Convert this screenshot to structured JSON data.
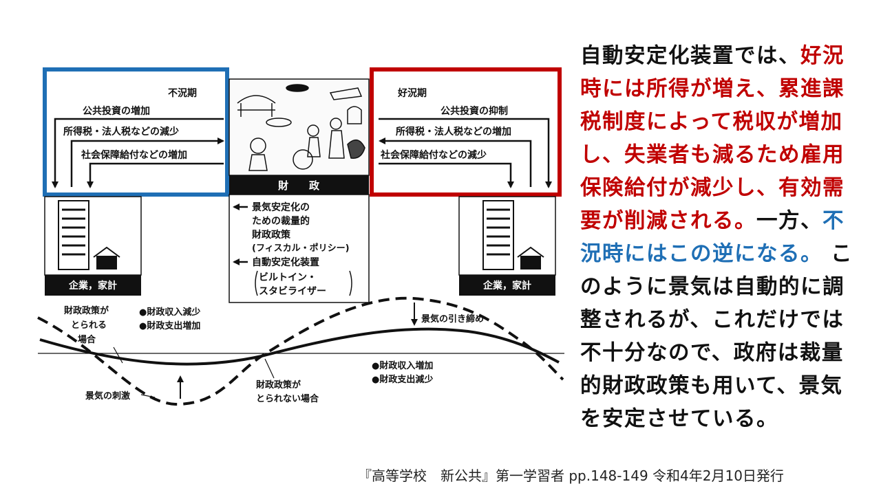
{
  "diagram": {
    "left_panel": {
      "period": "不況期",
      "items": [
        "公共投資の増加",
        "所得税・法人税などの減少",
        "社会保障給付などの増加"
      ],
      "frame_color": "#1f6fb5"
    },
    "right_panel": {
      "period": "好況期",
      "items": [
        "公共投資の抑制",
        "所得税・法人税などの増加",
        "社会保障給付などの減少"
      ],
      "frame_color": "#c00000"
    },
    "center_label": "財　　政",
    "center_notes": {
      "discretionary": [
        "景気安定化の",
        "ための裁量的",
        "財政政策",
        "(フィスカル・ポリシー)"
      ],
      "automatic": [
        "自動安定化装置",
        "ビルトイン・",
        "スタビライザー"
      ]
    },
    "households_label": "企業，家計",
    "curve_labels": {
      "policy_taken": [
        "財政政策が",
        "とられる",
        "場合"
      ],
      "recession_effects": [
        "●財政収入減少",
        "●財政支出増加"
      ],
      "boom_effects": [
        "●財政収入増加",
        "●財政支出減少"
      ],
      "tightening": "景気の引き締め",
      "stimulus": "景気の刺激",
      "policy_not_taken": [
        "財政政策が",
        "とられない場合"
      ]
    }
  },
  "explanation": {
    "segments": [
      {
        "text": "自動安定化装置では、",
        "color": "#111111"
      },
      {
        "text": "好況時には所得が増え、累進課税制度によって税収が増加し、失業者も減るため雇用保険給付が減少し、有効需要が削減される。",
        "color": "#c00000"
      },
      {
        "text": "一方、",
        "color": "#111111"
      },
      {
        "text": "不況時にはこの逆になる。",
        "color": "#1f6fb5"
      },
      {
        "text": " このように景気は自動的に調整されるが、これだけでは不十分なので、政府は裁量的財政政策も用いて、景気を安定させている。",
        "color": "#111111"
      }
    ]
  },
  "source": "『高等学校　新公共』第一学習者 pp.148-149 令和4年2月10日発行"
}
